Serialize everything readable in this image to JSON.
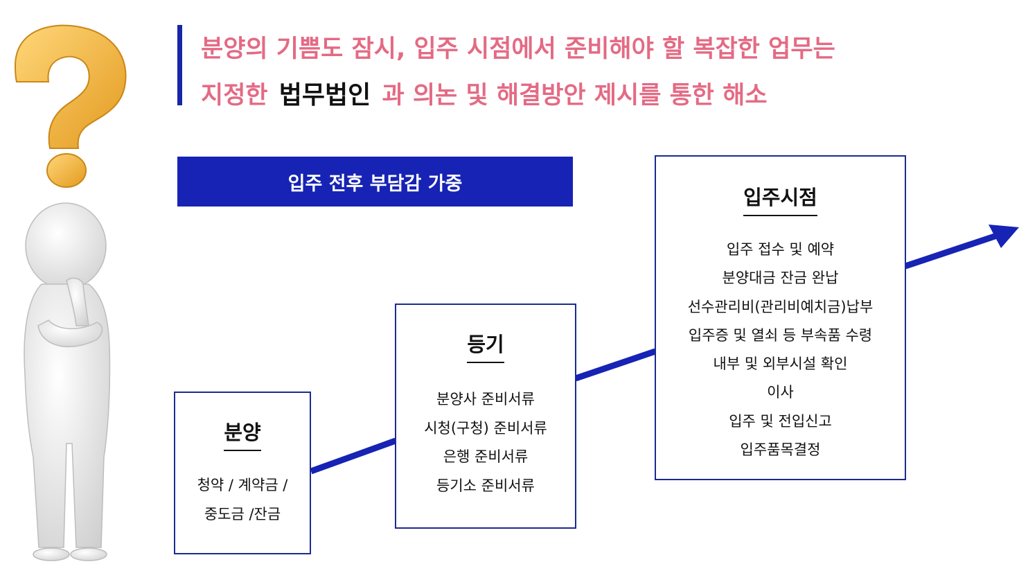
{
  "headline": {
    "line1": "분양의 기쁨도 잠시, 입주 시점에서  준비해야 할 복잡한 업무는",
    "line2_pre": "지정한",
    "line2_strong": "법무법인",
    "line2_post": "과 의논 및  해결방안 제시를 통한 해소"
  },
  "banner": {
    "label": "입주 전후 부담감 가중"
  },
  "stages": {
    "sale": {
      "title": "분양",
      "items": [
        "청약 / 계약금 /",
        "중도금 /잔금"
      ]
    },
    "registration": {
      "title": "등기",
      "items": [
        "분양사 준비서류",
        "시청(구청) 준비서류",
        "은행 준비서류",
        "등기소 준비서류"
      ]
    },
    "move_in": {
      "title": "입주시점",
      "items": [
        "입주 접수 및 예약",
        "분양대금 잔금 완납",
        "선수관리비(관리비예치금)납부",
        "입주증 및 열쇠 등 부속품 수령",
        "내부 및 외부시설 확인",
        "이사",
        "입주 및 전입신고",
        "입주품목결정"
      ]
    }
  },
  "colors": {
    "accent": "#1623b4",
    "headline": "#e46a84",
    "question_mark": "#f2b23a"
  },
  "icons": {
    "illustration": "thinking-person-with-question-mark",
    "progress": "arrow-right-icon"
  }
}
